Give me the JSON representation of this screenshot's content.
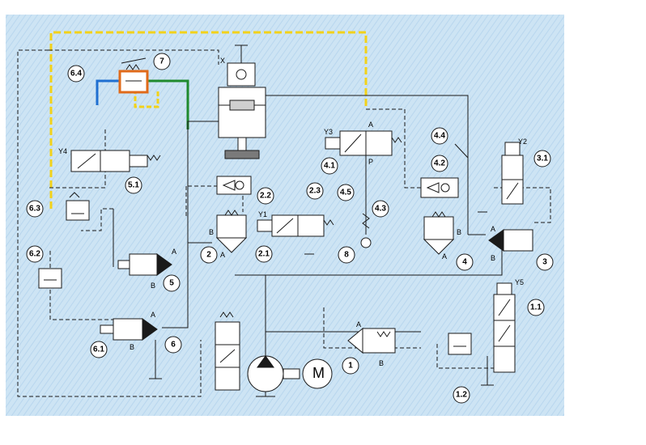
{
  "diagram": {
    "background_color": "#cfe6f5",
    "labels": {
      "n_6_4": "6.4",
      "n_7": "7",
      "n_x": "X",
      "n_y4": "Y4",
      "n_5_1": "5.1",
      "n_6_3": "6.3",
      "n_6_2": "6.2",
      "n_5": "5",
      "n_6_1": "6.1",
      "n_6": "6",
      "n_2_2": "2.2",
      "n_2_3": "2.3",
      "n_y1": "Y1",
      "n_2": "2",
      "n_2_1": "2.1",
      "n_y3": "Y3",
      "n_4_1": "4.1",
      "n_4_5": "4.5",
      "n_4_3": "4.3",
      "n_8": "8",
      "n_4_4": "4.4",
      "n_4_2": "4.2",
      "n_4": "4",
      "n_y2": "Y2",
      "n_3_1": "3.1",
      "n_3": "3",
      "n_y5": "Y5",
      "n_1_1": "1.1",
      "n_1_2": "1.2",
      "n_1": "1",
      "motor": "M",
      "port_a": "A",
      "port_b": "B",
      "port_p": "P"
    },
    "highlight_colors": {
      "yellow": "#f2d21a",
      "blue": "#1f6fd1",
      "green": "#1f8a2e",
      "orange": "#e06a1a"
    }
  }
}
